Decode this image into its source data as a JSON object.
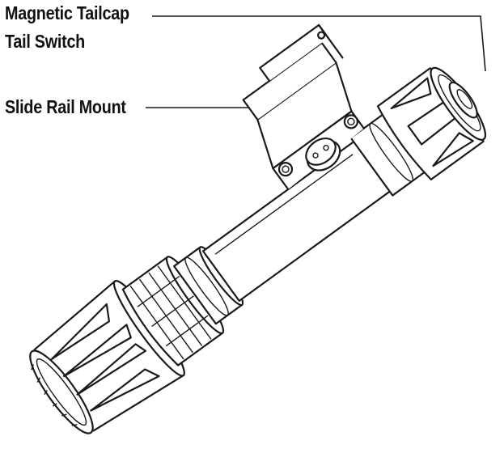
{
  "labels": {
    "magnetic_tailcap": "Magnetic Tailcap",
    "tail_switch": "Tail Switch",
    "slide_rail_mount": "Slide Rail Mount"
  },
  "colors": {
    "ink": "#1a1a1a",
    "background": "#ffffff"
  }
}
